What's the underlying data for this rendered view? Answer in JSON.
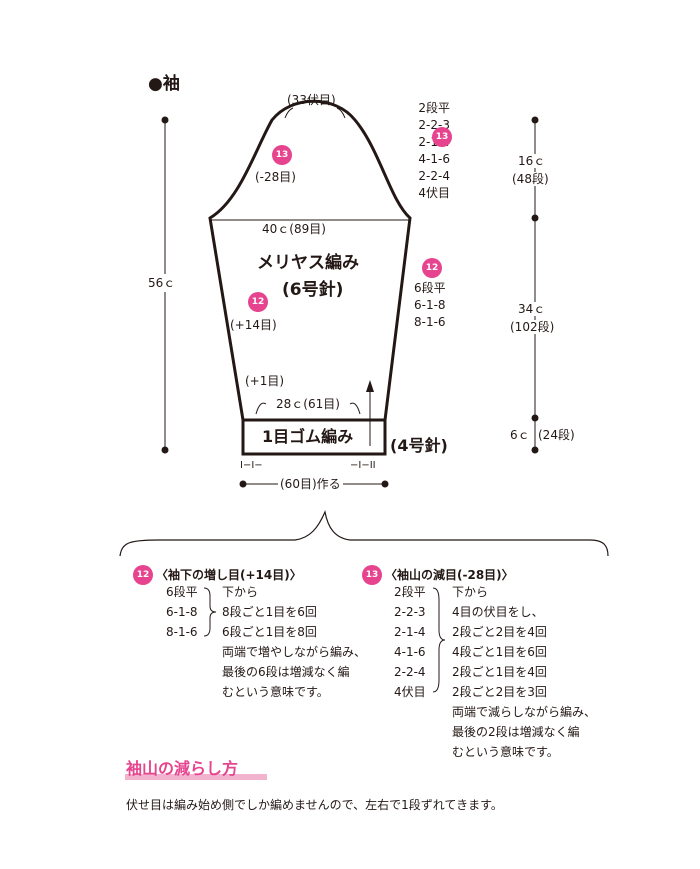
{
  "title": "●袖",
  "sleeve": {
    "top_count": "(33伏目)",
    "cap_rule": [
      "2段平",
      "2-2-3",
      "2-1-4",
      "4-1-6",
      "2-2-4",
      "4伏目"
    ],
    "cap_badge": "13",
    "cap_left_badge": "13",
    "cap_left_count": "(-28目)",
    "width_upper": "40ｃ(89目)",
    "pattern_name": "メリヤス編み",
    "needle_main": "(6号針)",
    "inc_badge_right": "12",
    "inc_rule": [
      "6段平",
      "6-1-8",
      "8-1-6"
    ],
    "inc_badge_left": "12",
    "inc_count": "(+14目)",
    "plus_one": "(+1目)",
    "width_lower": "28ｃ(61目)",
    "rib_name": "1目ゴム編み",
    "needle_rib": "(4号針)",
    "rib_left_mark": "I−I−",
    "rib_right_mark": "−I−II",
    "cast_on": "(60目)作る",
    "total_length": "56ｃ",
    "cap_height": "16ｃ",
    "cap_rows": "(48段)",
    "body_height": "34ｃ",
    "body_rows": "(102段)",
    "rib_height": "6ｃ",
    "rib_rows": "(24段)"
  },
  "notes": {
    "inc": {
      "badge": "12",
      "title": "〈袖下の増し目(+14目)〉",
      "rule": [
        "6段平",
        "6-1-8",
        "8-1-6"
      ],
      "desc": [
        "下から",
        "8段ごと1目を6回",
        "6段ごと1目を8回",
        "両端で増やしながら編み、",
        "最後の6段は増減なく編",
        "むという意味です。"
      ]
    },
    "dec": {
      "badge": "13",
      "title": "〈袖山の減目(-28目)〉",
      "rule": [
        "2段平",
        "2-2-3",
        "2-1-4",
        "4-1-6",
        "2-2-4",
        "4伏目"
      ],
      "desc": [
        "下から",
        "4目の伏目をし、",
        "2段ごと2目を4回",
        "4段ごと1目を6回",
        "2段ごと1目を4回",
        "2段ごと2目を3回",
        "両端で減らしながら編み、",
        "最後の2段は増減なく編",
        "むという意味です。"
      ]
    }
  },
  "section": {
    "heading": "袖山の減らし方",
    "body": "伏せ目は編み始め側でしか編めませんので、左右で1段ずれてきます。"
  },
  "colors": {
    "accent": "#e6448e",
    "ink": "#231815",
    "underline": "#f2b3cf"
  }
}
